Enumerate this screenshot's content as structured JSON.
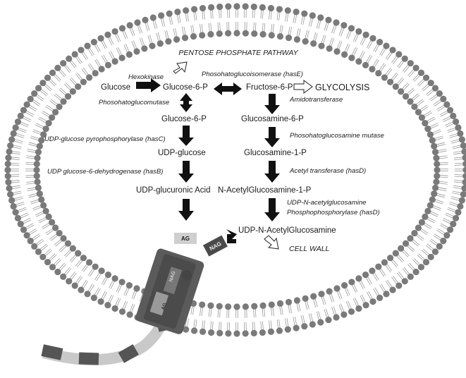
{
  "title": "PENTOSE PHOSPHATE PATHWAY",
  "nodes": {
    "glucose": "Glucose",
    "g6p_top": "Glucose-6-P",
    "f6p": "Fructose-6-P",
    "glycolysis": "GLYCOLYSIS",
    "g6p_left": "Glucose-6-P",
    "udp_glucose": "UDP-glucose",
    "udp_glucuronic": "UDP-glucuronic Acid",
    "glucosamine6p": "Glucosamine-6-P",
    "glucosamine1p": "Glucosamine-1-P",
    "nacetyl1p": "N-AcetylGlucosamine-1-P",
    "udp_nacetyl": "UDP-N-AcetylGlucosamine",
    "cell_wall": "CELL WALL"
  },
  "enzymes": {
    "hexokinase": "Hexokinase",
    "phosphoglucoisomerase": "Phosohatoglucoisomerase (hasE)",
    "phosphoglucomutase": "Phosohatoglucomutase",
    "amidotransferase": "Amidotransferase",
    "udp_pyrophosphorylase": "UDP-glucose pyrophosphorylase (hasC)",
    "glucosamine_mutase": "Phosohatoglucosamine mutase",
    "udp_dehydrogenase": "UDP glucose-6-dehydrogenase (hasB)",
    "acetyl_transferase": "Acetyl transferase (hasD)",
    "udp_nacetyl_line1": "UDP-N-acetylglucosamine",
    "udp_nacetyl_line2": "Phosphophosphorylase (hasD)"
  },
  "chips": {
    "ag": "AG",
    "nag": "NAG",
    "synthase_nag": "NAG",
    "synthase_ag": "AG"
  },
  "colors": {
    "membrane_head": "#7a7a7a",
    "arrow": "#111111",
    "synthase_body": "#5b5b5b",
    "chain_dark": "#555555",
    "chain_light": "#c9c9c9"
  }
}
